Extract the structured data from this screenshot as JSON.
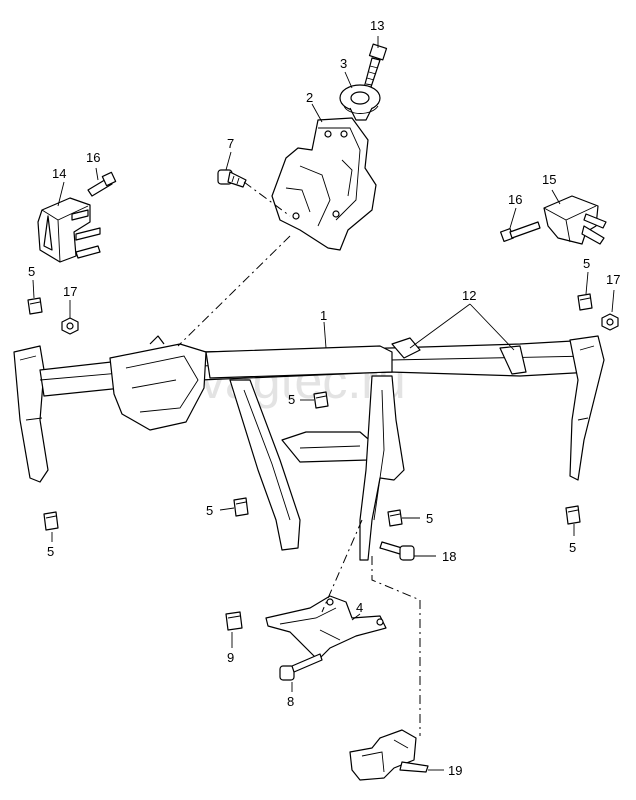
{
  "watermark": "vagtec.ru",
  "callouts": {
    "c13": "13",
    "c3": "3",
    "c2": "2",
    "c7": "7",
    "c14": "14",
    "c16a": "16",
    "c15": "15",
    "c16b": "16",
    "c5_left_top": "5",
    "c17_left": "17",
    "c1": "1",
    "c12": "12",
    "c5_right_top": "5",
    "c17_right": "17",
    "c5_center": "5",
    "c5_mid_left": "5",
    "c5_mid_right": "5",
    "c5_bottom_left": "5",
    "c5_bottom_right": "5",
    "c18": "18",
    "c4": "4",
    "c9": "9",
    "c8": "8",
    "c19": "19"
  }
}
